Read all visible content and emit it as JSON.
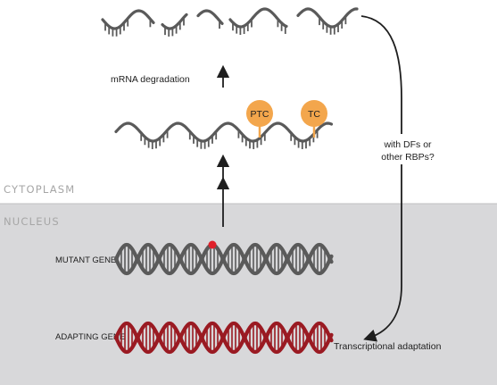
{
  "regions": {
    "cytoplasm": "CYTOPLASM",
    "nucleus": "NUCLEUS"
  },
  "labels": {
    "mrna_degradation": "mRNA degradation",
    "side_question_line1": "with DFs or",
    "side_question_line2": "other RBPs?",
    "mutant_gene": "MUTANT GENE",
    "adapting_gene": "ADAPTING GENE",
    "transcriptional_adaptation": "Transcriptional adaptation"
  },
  "badges": {
    "ptc": "PTC",
    "tc": "TC"
  },
  "colors": {
    "nucleus_bg": "#d8d8da",
    "strand_gray": "#5a5a5a",
    "dna_red": "#9a1a22",
    "badge_orange": "#f3a64c",
    "mutation_dot": "#e0202a",
    "arrow": "#1e1e1e"
  }
}
